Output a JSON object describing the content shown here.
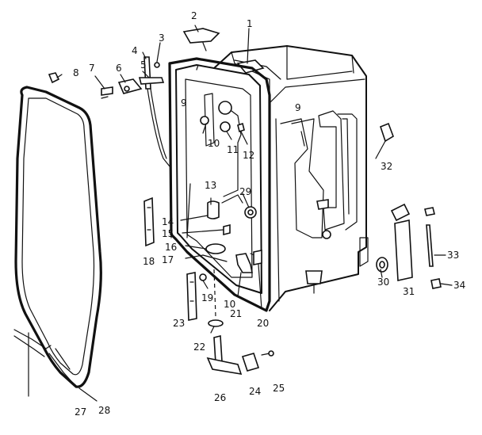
{
  "callouts": [
    {
      "id": "1",
      "text": "1"
    },
    {
      "id": "2",
      "text": "2"
    },
    {
      "id": "3",
      "text": "3"
    },
    {
      "id": "4",
      "text": "4"
    },
    {
      "id": "5",
      "text": "5"
    },
    {
      "id": "6",
      "text": "6"
    },
    {
      "id": "7",
      "text": "7"
    },
    {
      "id": "8",
      "text": "8"
    },
    {
      "id": "9a",
      "text": "9"
    },
    {
      "id": "9b",
      "text": "9"
    },
    {
      "id": "10a",
      "text": "10"
    },
    {
      "id": "10b",
      "text": "10"
    },
    {
      "id": "11",
      "text": "11"
    },
    {
      "id": "12",
      "text": "12"
    },
    {
      "id": "13",
      "text": "13"
    },
    {
      "id": "14",
      "text": "14"
    },
    {
      "id": "15",
      "text": "15"
    },
    {
      "id": "16",
      "text": "16"
    },
    {
      "id": "17",
      "text": "17"
    },
    {
      "id": "18",
      "text": "18"
    },
    {
      "id": "19",
      "text": "19"
    },
    {
      "id": "20",
      "text": "20"
    },
    {
      "id": "21",
      "text": "21"
    },
    {
      "id": "22",
      "text": "22"
    },
    {
      "id": "23",
      "text": "23"
    },
    {
      "id": "24",
      "text": "24"
    },
    {
      "id": "25",
      "text": "25"
    },
    {
      "id": "26",
      "text": "26"
    },
    {
      "id": "27",
      "text": "27"
    },
    {
      "id": "28",
      "text": "28"
    },
    {
      "id": "29",
      "text": "29"
    },
    {
      "id": "30",
      "text": "30"
    },
    {
      "id": "31",
      "text": "31"
    },
    {
      "id": "32",
      "text": "32"
    },
    {
      "id": "33",
      "text": "33"
    },
    {
      "id": "34",
      "text": "34"
    }
  ]
}
